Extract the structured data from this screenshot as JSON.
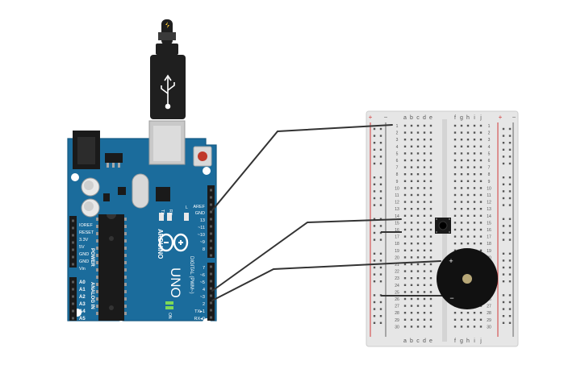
{
  "arduino": {
    "brand": "ARDUINO",
    "model": "UNO",
    "digital_label": "DIGITAL (PWM~)",
    "power_label": "POWER",
    "analog_label": "ANALOG IN",
    "on_label": "ON",
    "led_labels": [
      "TX",
      "RX",
      "L"
    ],
    "header_top_labels": [
      "AREF",
      "GND",
      "13",
      "~11",
      "~10",
      "~9",
      "8"
    ],
    "header_mid_labels": [
      "7",
      "~6",
      "~5",
      "4",
      "~3",
      "2",
      "TX▸1",
      "RX◂0"
    ],
    "power_pins": [
      "IOREF",
      "RESET",
      "3.3V",
      "5V",
      "GND",
      "GND",
      "Vin"
    ],
    "analog_pins": [
      "A0",
      "A1",
      "A2",
      "A3",
      "A4",
      "A5"
    ]
  },
  "breadboard": {
    "col_left": [
      "a",
      "b",
      "c",
      "d",
      "e"
    ],
    "col_right": [
      "f",
      "g",
      "h",
      "i",
      "j"
    ],
    "rail_plus": "+",
    "rail_minus": "−",
    "row_numbers": [
      "1",
      "2",
      "3",
      "4",
      "5",
      "6",
      "7",
      "8",
      "9",
      "10",
      "11",
      "12",
      "13",
      "14",
      "15",
      "16",
      "17",
      "18",
      "19",
      "20",
      "21",
      "22",
      "23",
      "24",
      "25",
      "26",
      "27",
      "28",
      "29",
      "30"
    ]
  },
  "buzzer": {
    "plus": "+",
    "minus": "−"
  },
  "colors": {
    "board": "#1b6c9c",
    "board_edge": "#155a83",
    "breadboard": "#e6e6e6",
    "wire": "#333333",
    "rail_red": "#d33b3b",
    "rail_dark": "#666666"
  }
}
